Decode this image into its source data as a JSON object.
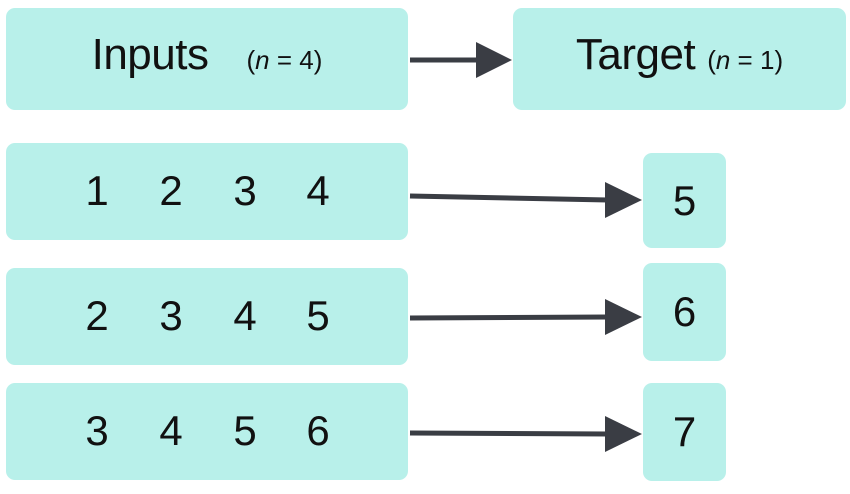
{
  "header": {
    "inputs_label": "Inputs",
    "inputs_n": "4",
    "target_label": "Target",
    "target_n": "1",
    "n_symbol": "n",
    "equals": " = ",
    "open_paren": "(",
    "close_paren": ")"
  },
  "rows": [
    {
      "inputs": [
        "1",
        "2",
        "3",
        "4"
      ],
      "target": "5"
    },
    {
      "inputs": [
        "2",
        "3",
        "4",
        "5"
      ],
      "target": "6"
    },
    {
      "inputs": [
        "3",
        "4",
        "5",
        "6"
      ],
      "target": "7"
    }
  ],
  "colors": {
    "box_fill": "#b8f0ea",
    "arrow": "#3a3d44",
    "text": "#111111"
  }
}
